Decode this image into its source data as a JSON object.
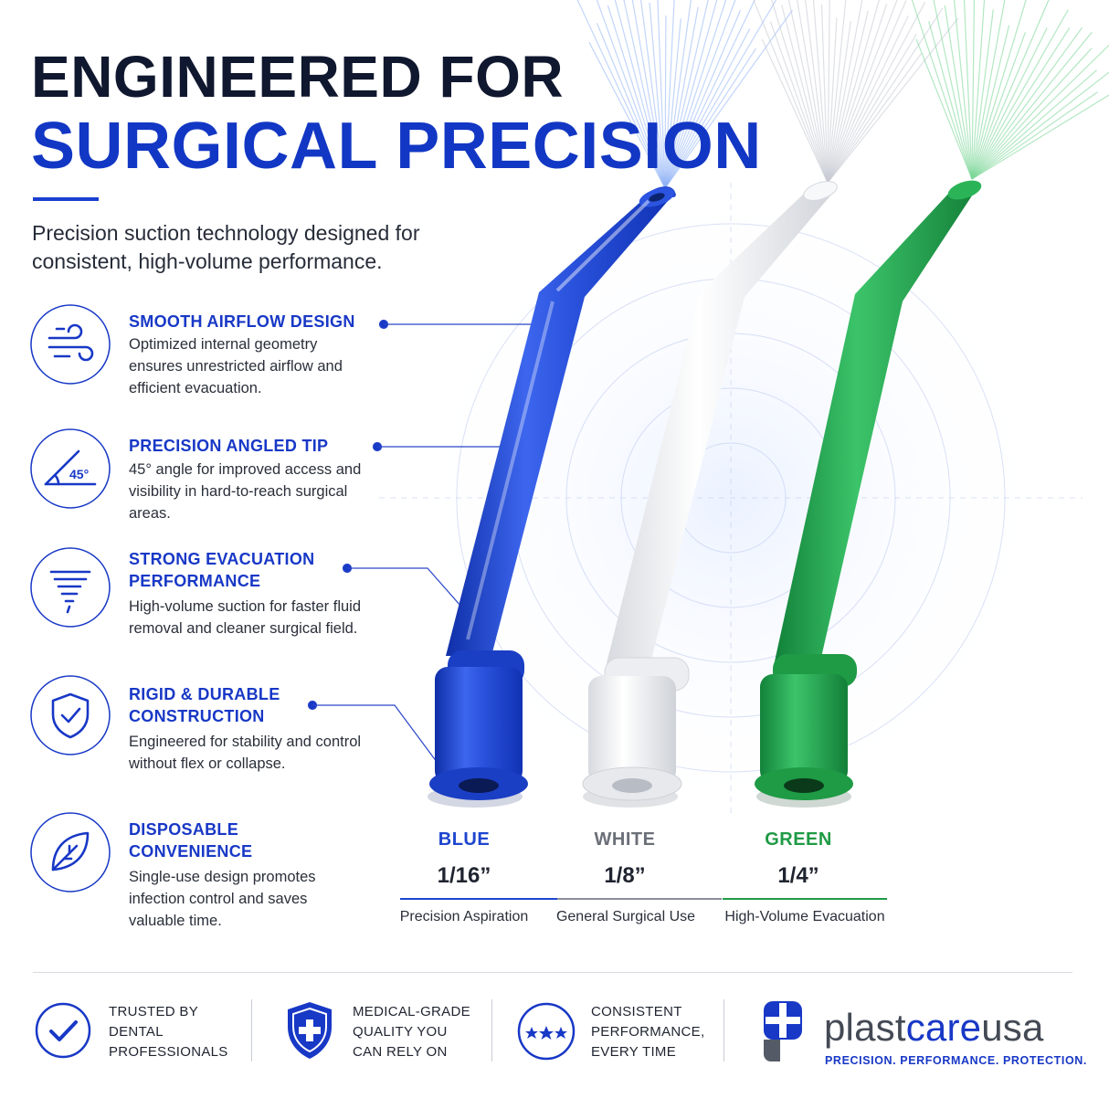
{
  "header": {
    "title_line1": "ENGINEERED FOR",
    "title_line2": "SURGICAL PRECISION",
    "subtitle": "Precision suction technology designed for consistent, high-volume performance."
  },
  "features": [
    {
      "icon": "airflow-icon",
      "title": "SMOOTH AIRFLOW DESIGN",
      "desc": "Optimized internal geometry ensures unrestricted airflow and efficient evacuation."
    },
    {
      "icon": "angle-icon",
      "icon_text": "45°",
      "title": "PRECISION ANGLED TIP",
      "desc": "45° angle for improved access and visibility in hard-to-reach surgical areas."
    },
    {
      "icon": "tornado-icon",
      "title_line1": "STRONG EVACUATION",
      "title_line2": "PERFORMANCE",
      "desc": "High-volume suction for faster fluid removal and cleaner surgical field."
    },
    {
      "icon": "shield-check-icon",
      "title_line1": "RIGID & DURABLE",
      "title_line2": "CONSTRUCTION",
      "desc": "Engineered for stability and control without flex or collapse."
    },
    {
      "icon": "leaf-icon",
      "title_line1": "DISPOSABLE",
      "title_line2": "CONVENIENCE",
      "desc": "Single-use design promotes infection control and saves valuable time."
    }
  ],
  "sizes": [
    {
      "color_name": "BLUE",
      "size": "1/16”",
      "use": "Precision Aspiration",
      "color": "#1d45cf"
    },
    {
      "color_name": "WHITE",
      "size": "1/8”",
      "use": "General Surgical Use",
      "color": "#6b6f78"
    },
    {
      "color_name": "GREEN",
      "size": "1/4”",
      "use": "High-Volume Evacuation",
      "color": "#1f9a45"
    }
  ],
  "footer": {
    "badges": [
      {
        "icon": "checkmark-icon",
        "lines": [
          "TRUSTED BY",
          "DENTAL",
          "PROFESSIONALS"
        ]
      },
      {
        "icon": "medical-shield-icon",
        "lines": [
          "MEDICAL-GRADE",
          "QUALITY YOU",
          "CAN RELY ON"
        ]
      },
      {
        "icon": "stars-icon",
        "lines": [
          "CONSISTENT",
          "PERFORMANCE,",
          "EVERY TIME"
        ]
      }
    ],
    "brand": {
      "part1": "plast",
      "part2": "care",
      "part3": "usa",
      "tagline": "PRECISION. PERFORMANCE. PROTECTION."
    }
  },
  "colors": {
    "navy": "#10182f",
    "accent_blue": "#1838c6",
    "tube_blue": "#1d45cf",
    "tube_white": "#f3f4f6",
    "tube_green": "#22a04c"
  }
}
